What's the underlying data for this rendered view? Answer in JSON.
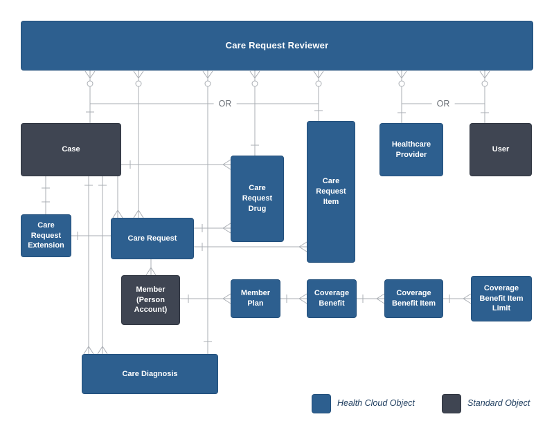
{
  "nodes": {
    "care_request_reviewer": {
      "label": "Care Request Reviewer",
      "type": "health-cloud"
    },
    "case": {
      "label": "Case",
      "type": "standard"
    },
    "healthcare_provider": {
      "label": "Healthcare Provider",
      "type": "health-cloud"
    },
    "user": {
      "label": "User",
      "type": "standard"
    },
    "care_request_item": {
      "label": "Care Request Item",
      "type": "health-cloud"
    },
    "care_request_drug": {
      "label": "Care Request Drug",
      "type": "health-cloud"
    },
    "care_request_extension": {
      "label": "Care Request Extension",
      "type": "health-cloud"
    },
    "care_request": {
      "label": "Care Request",
      "type": "health-cloud"
    },
    "member": {
      "label": "Member (Person Account)",
      "type": "standard"
    },
    "member_plan": {
      "label": "Member Plan",
      "type": "health-cloud"
    },
    "coverage_benefit": {
      "label": "Coverage Benefit",
      "type": "health-cloud"
    },
    "coverage_benefit_item": {
      "label": "Coverage Benefit Item",
      "type": "health-cloud"
    },
    "coverage_benefit_item_limit": {
      "label": "Coverage Benefit Item Limit",
      "type": "health-cloud"
    },
    "care_diagnosis": {
      "label": "Care Diagnosis",
      "type": "health-cloud"
    }
  },
  "connectors": {
    "or_left": "OR",
    "or_right": "OR"
  },
  "legend": {
    "health_cloud": {
      "label": "Health Cloud Object",
      "color": "#2D5F8F"
    },
    "standard": {
      "label": "Standard Object",
      "color": "#3F4552"
    }
  },
  "colors": {
    "health_cloud": "#2D5F8F",
    "health_cloud_border": "#23507C",
    "standard": "#3F4552",
    "standard_border": "#2F3540",
    "line": "#A9ADB3",
    "node_text": "#FFFFFF",
    "legend_text": "#1D3C5E",
    "or_text": "#6B7077"
  }
}
